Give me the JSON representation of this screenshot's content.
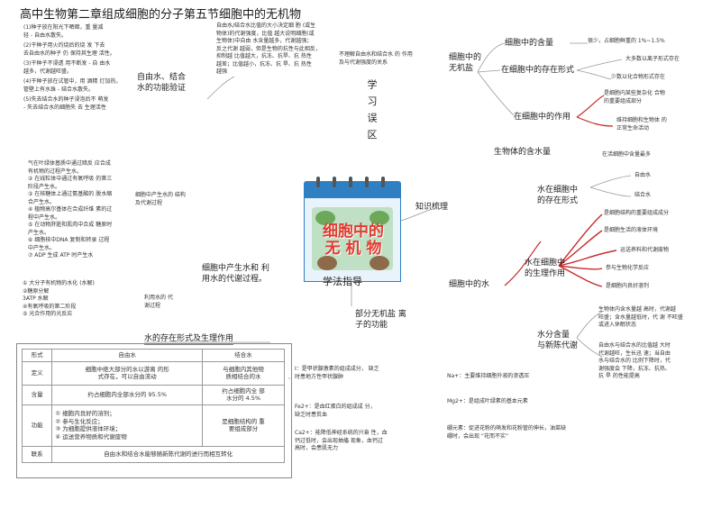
{
  "page_title": "高中生物第二章组成细胞的分子第五节细胞中的无机物",
  "left_top": {
    "items": [
      "(1)种子放在阳光下晒暗，重 量减\n轻 - 自由水散失。",
      "(2)干种子用火灼烧后的烧 发 下去\n去自由水的种子 仍 保持其生理 活性。",
      "(3)干种子不浸透 用不断发 - 自 由水\n越多，代谢越旺盛。",
      "(4)干种子放在试管中，用 酒精 灯加热，\n管壁上有水珠 - 结合水散失。",
      "(5)失去结合水的种子浸泡后不 萌发\n- 失去结合水的细胞失 去 生理活性"
    ],
    "label": "自由水、结合\n水的功能验证"
  },
  "mid_top_text": "自由水/结合水比值的大小决定细 胞 (或生\n物体)的代谢强度，比值 越大说明细胞(或\n生物体)中自由 水含量越多，代谢越强；\n反之代谢 越弱，但是生物的抗性与此相反，\n抑制越 比值越大，抗冻、抗旱、抗 热性\n越差；比值越小，抗冻、抗 旱、抗 热性\n越强",
  "note_text": "不理解自由水和结合水 的 作用\n及与代谢强度的关系",
  "xuexi_label": "学\n习\n误\n区",
  "left_mid": {
    "items": "气在叶绿体基质中通过暗反 应合成\n有机物的过程产生水。\n② 在线粒体中通过有氧呼吸 的第三\n阶段产生水。\n③ 在核糖体上通过氨基酸的 脱水缩\n合产生水。\n④ 植物高尔基体在合成纤维 素的过\n程中产生水。\n⑤ 在动物肝脏和肌肉中合成 糖原时\n产生水。\n⑥ 细胞核中DNA 复制和转录 过程\n中产生水。\n⑦ ADP 生成 ATP 时产生水",
    "label": "细胞中产生水的 结构\n及代谢过程"
  },
  "left_low": {
    "items": "① 大分子有机物的水化 (水解)\n②糖原分解\n3ATP 水解\n④有氧呼吸的第二阶段\n⑤ 光合作用的光反应",
    "label": "利用水的 代\n谢过程"
  },
  "center_labels": {
    "produce": "细胞中产生水和 利\n用水的代谢过程。",
    "method": "学法指导",
    "knowledge": "知识梳理",
    "function": "部分无机盐 离\n子的功能",
    "water_forms": "水的存在形式及生理作用",
    "calendar": "细胞中的\n无 机 物"
  },
  "table": {
    "headers": [
      "形式",
      "自由水",
      "结合水"
    ],
    "rows": [
      [
        "定义",
        "细胞中绝大部分的水以游离 的形\n式存在，可以自由流动",
        "与细胞内其他物\n质相结合的水"
      ],
      [
        "含量",
        "约占细胞内全部水分的 95.5%",
        "约占细胞内全 部\n水分的 4.5%"
      ],
      [
        "功能",
        "① 细胞内良好的溶剂；\n② 参与生化反应；\n③ 为细胞提供液体环境；\n④ 运送营养物质和代谢废物",
        "是细胞结构的 重\n要组成部分"
      ],
      [
        "联系",
        "自由水和结合水能够随新陈代谢的进行而相互转化",
        ""
      ]
    ]
  },
  "ions": {
    "i": "Ⅰ：是甲状腺激素的组成成分， 缺乏\n时患地方性甲状腺肿",
    "fe": "Fe2+：是血红蛋白的组成成 分，\n缺乏时患贫血",
    "ca": "Ca2+：能降低神经系统的兴奋 性，血\n钙过低时，会出现抽搐 现象，血钙过\n高时，会患肌无力",
    "na": "Na+：主要维持细胞外液的渗透压",
    "mg": "Mg2+：是组成叶绿素的基本元素",
    "b": "硼元素：促进花粉的萌发和花粉管的伸长，油菜缺\n硼时，会出现 “花而不实”"
  },
  "salt": {
    "label": "细胞中的\n无机盐",
    "content": "细胞中的含量",
    "content_value": "很少，占细胞鲜重的 1%~1.5%",
    "form": "在细胞中的存在形式",
    "form_value": "大多数以离子形式存在",
    "form_value2": "少数以化合物形式存在",
    "role": "在细胞中的作用",
    "role_1": "是细胞内某些复杂化 合物\n的重要组成部分",
    "role_2": "维持细胞和生物体 的\n正常生命活动"
  },
  "water": {
    "content": "生物体的含水量",
    "content_value": "在活细胞中含量最多",
    "form": "水在细胞中\n的存在形式",
    "free": "自由水",
    "bound": "结合水",
    "label": "细胞中的水",
    "role": "水在细胞中\n的生理作用",
    "role_1": "是细胞结构的重要组成成分",
    "role_2": "是细胞生活的液体环境",
    "role_3": "运送养料和代谢废物",
    "role_4": "参与生物化学反应",
    "role_5": "是细胞内良好溶剂",
    "metab": "水分含量\n与新陈代谢",
    "metab_1": "生物体内含水量越 高时，代谢越\n旺盛；含水量越低时，代 谢 不旺盛\n或进入休眠状态",
    "metab_2": "自由水与结合水的比值越 大时\n代谢越旺，生长迅 速；当自由\n水与结合水的 比例下降时，代\n谢强度会 下降，抗冻、抗热、\n抗 旱 的性能提高"
  },
  "colors": {
    "accent_red": "#d03030",
    "calendar_blue": "#2f7fc3"
  }
}
